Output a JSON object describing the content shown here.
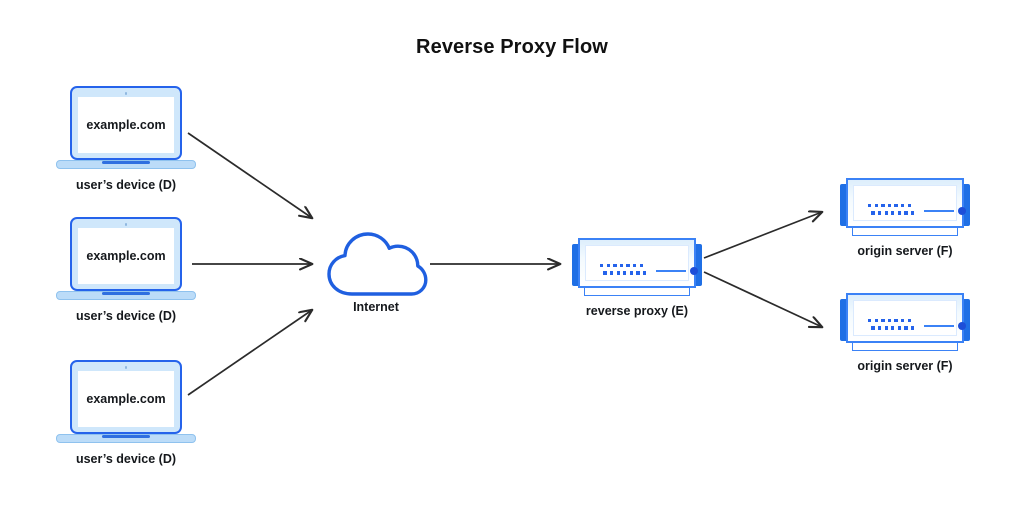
{
  "title": "Reverse Proxy Flow",
  "colors": {
    "accent_blue": "#2563eb",
    "light_blue": "#cfe7fb",
    "ear_blue": "#1f6fe5",
    "arrow": "#2b2b2b",
    "text": "#15181c",
    "background": "#ffffff"
  },
  "nodes": {
    "clients": [
      {
        "id": "client-1",
        "screen_text": "example.com",
        "label": "user’s device (D)"
      },
      {
        "id": "client-2",
        "screen_text": "example.com",
        "label": "user’s device (D)"
      },
      {
        "id": "client-3",
        "screen_text": "example.com",
        "label": "user’s device (D)"
      }
    ],
    "internet": {
      "id": "internet",
      "label": "Internet"
    },
    "proxy": {
      "id": "reverse-proxy",
      "label": "reverse proxy (E)"
    },
    "origins": [
      {
        "id": "origin-1",
        "label": "origin server (F)"
      },
      {
        "id": "origin-2",
        "label": "origin server (F)"
      }
    ]
  },
  "edges": [
    {
      "from": "client-1",
      "to": "internet"
    },
    {
      "from": "client-2",
      "to": "internet"
    },
    {
      "from": "client-3",
      "to": "internet"
    },
    {
      "from": "internet",
      "to": "reverse-proxy"
    },
    {
      "from": "reverse-proxy",
      "to": "origin-1"
    },
    {
      "from": "reverse-proxy",
      "to": "origin-2"
    }
  ]
}
